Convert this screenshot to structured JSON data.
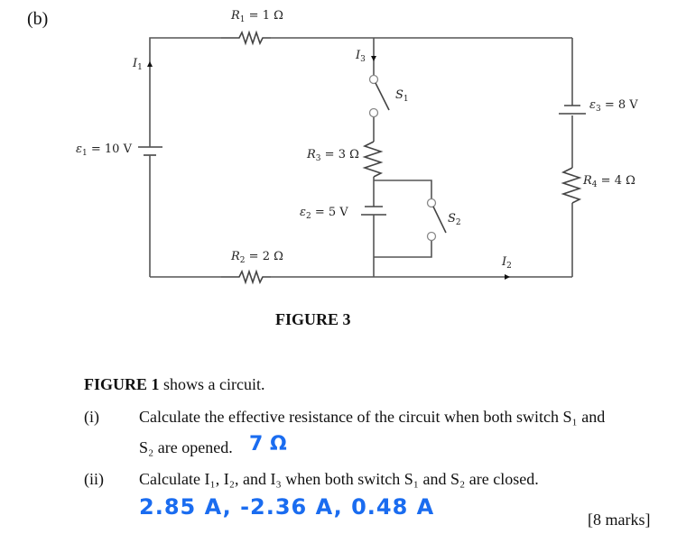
{
  "part_label": "(b)",
  "figure_caption": "FIGURE 3",
  "circuit": {
    "R1": {
      "name": "R",
      "sub": "1",
      "value": "1 Ω"
    },
    "R2": {
      "name": "R",
      "sub": "2",
      "value": "2 Ω"
    },
    "R3": {
      "name": "R",
      "sub": "3",
      "value": "3 Ω"
    },
    "R4": {
      "name": "R",
      "sub": "4",
      "value": "4 Ω"
    },
    "E1": {
      "name": "ε",
      "sub": "1",
      "value": "10 V"
    },
    "E2": {
      "name": "ε",
      "sub": "2",
      "value": "5 V"
    },
    "E3": {
      "name": "ε",
      "sub": "3",
      "value": "8 V"
    },
    "I1": {
      "name": "I",
      "sub": "1"
    },
    "I2": {
      "name": "I",
      "sub": "2"
    },
    "I3": {
      "name": "I",
      "sub": "3"
    },
    "S1": {
      "name": "S",
      "sub": "1"
    },
    "S2": {
      "name": "S",
      "sub": "2"
    }
  },
  "question": {
    "intro_bold": "FIGURE 1",
    "intro_rest": " shows a circuit.",
    "part_i": {
      "num": "(i)",
      "line1": "Calculate the effective resistance of the circuit when both switch S₁ and",
      "line2": "S₂ are opened.",
      "handwritten_answer": "7 Ω"
    },
    "part_ii": {
      "num": "(ii)",
      "line1": "Calculate I₁, I₂, and I₃ when both switch S₁ and S₂ are closed.",
      "handwritten_answer": "2.85 A, -2.36 A, 0.48 A"
    },
    "marks": "[8 marks]"
  }
}
